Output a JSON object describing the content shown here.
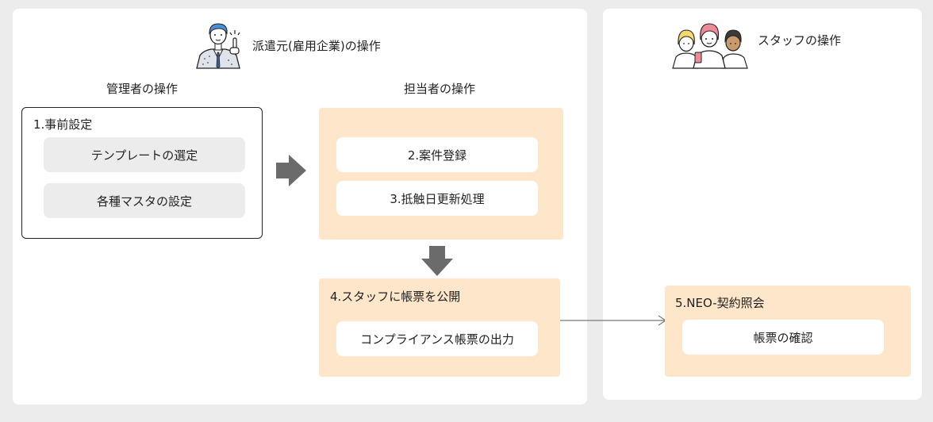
{
  "employer": {
    "section_title": "派遣元(雇用企業)の操作",
    "admin_heading": "管理者の操作",
    "staff_in_charge_heading": "担当者の操作"
  },
  "staff": {
    "section_title": "スタッフの操作"
  },
  "step1": {
    "title": "1.事前設定",
    "items": [
      "テンプレートの選定",
      "各種マスタの設定"
    ]
  },
  "step2": {
    "label": "2.案件登録"
  },
  "step3": {
    "label": "3.抵触日更新処理"
  },
  "step4": {
    "title": "4.スタッフに帳票を公開",
    "item": "コンプライアンス帳票の出力"
  },
  "step5": {
    "title": "5.NEO-契約照会",
    "item": "帳票の確認"
  },
  "colors": {
    "peach": "#fde6c9",
    "arrow": "#6b6b6b",
    "panel_bg": "#ececec"
  }
}
